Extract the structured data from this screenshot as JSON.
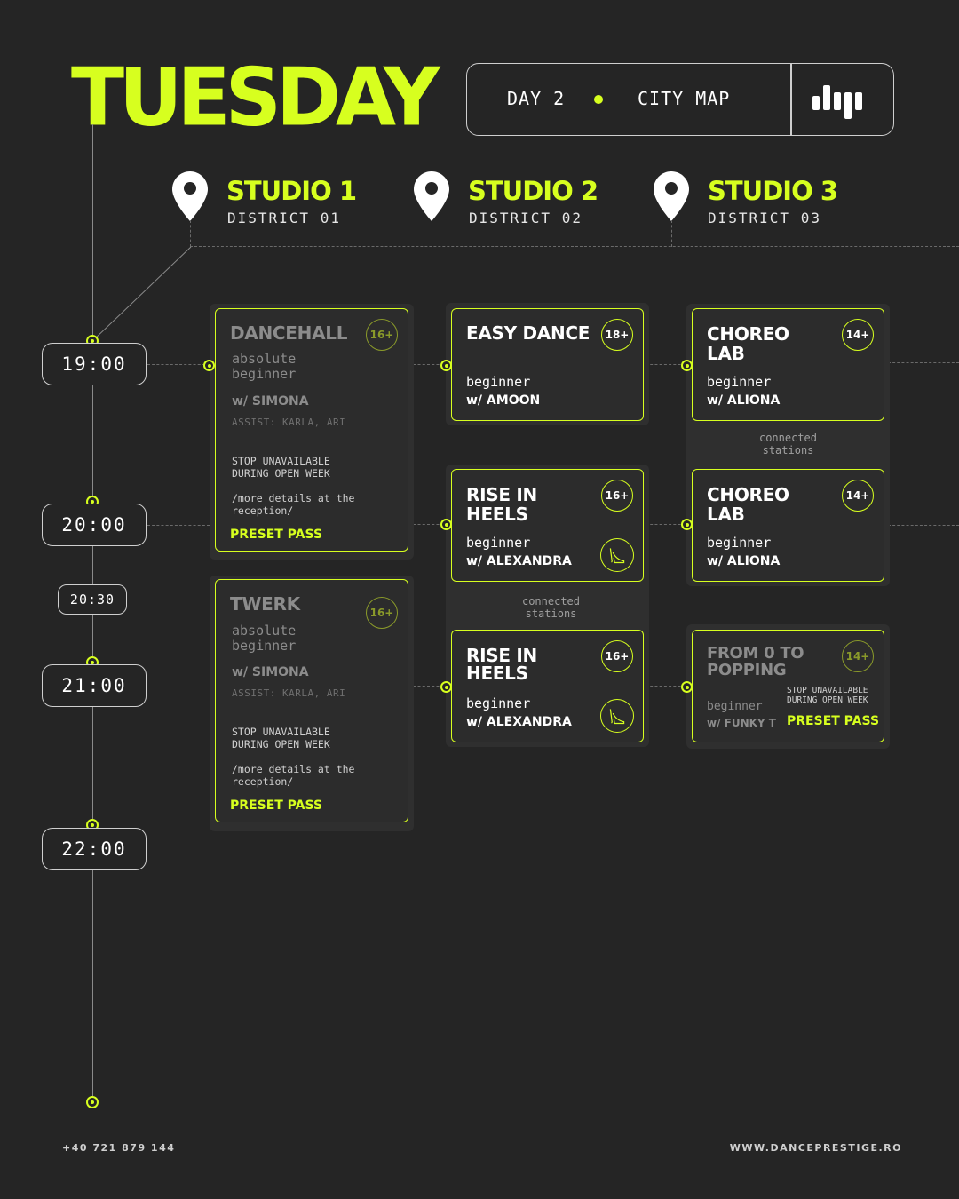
{
  "title": "TUESDAY",
  "header": {
    "day": "DAY 2",
    "map": "CITY MAP",
    "logo_icon": "brand-bars-icon"
  },
  "studios": [
    {
      "name": "STUDIO 1",
      "district": "DISTRICT 01"
    },
    {
      "name": "STUDIO 2",
      "district": "DISTRICT 02"
    },
    {
      "name": "STUDIO 3",
      "district": "DISTRICT 03"
    }
  ],
  "times": [
    "19:00",
    "20:00",
    "20:30",
    "21:00",
    "22:00"
  ],
  "classes": {
    "dancehall": {
      "name": "DANCEHALL",
      "age": "16+",
      "level1": "absolute",
      "level2": "beginner",
      "instructor": "w/ SIMONA",
      "assist": "ASSIST: KARLA, ARI",
      "note1": "STOP UNAVAILABLE",
      "note2": "DURING OPEN WEEK",
      "note3": "/more details at the",
      "note4": "reception/",
      "pass": "PRESET PASS"
    },
    "twerk": {
      "name": "TWERK",
      "age": "16+",
      "level1": "absolute",
      "level2": "beginner",
      "instructor": "w/ SIMONA",
      "assist": "ASSIST: KARLA, ARI",
      "note1": "STOP UNAVAILABLE",
      "note2": "DURING OPEN WEEK",
      "note3": "/more details at the",
      "note4": "reception/",
      "pass": "PRESET PASS"
    },
    "easy_dance": {
      "name": "EASY DANCE",
      "age": "18+",
      "level": "beginner",
      "instructor": "w/ AMOON"
    },
    "rise_heels_1": {
      "name1": "RISE IN",
      "name2": "HEELS",
      "age": "16+",
      "level": "beginner",
      "instructor": "w/ ALEXANDRA"
    },
    "rise_heels_2": {
      "name1": "RISE IN",
      "name2": "HEELS",
      "age": "16+",
      "level": "beginner",
      "instructor": "w/ ALEXANDRA"
    },
    "choreo_lab_1": {
      "name1": "CHOREO",
      "name2": "LAB",
      "age": "14+",
      "level": "beginner",
      "instructor": "w/ ALIONA"
    },
    "choreo_lab_2": {
      "name1": "CHOREO",
      "name2": "LAB",
      "age": "14+",
      "level": "beginner",
      "instructor": "w/ ALIONA"
    },
    "popping": {
      "name1": "FROM 0 TO",
      "name2": "POPPING",
      "age": "14+",
      "level": "beginner",
      "instructor": "w/ FUNKY T",
      "note1": "STOP UNAVAILABLE",
      "note2": "DURING OPEN WEEK",
      "pass": "PRESET PASS"
    }
  },
  "connected": {
    "line1": "connected",
    "line2": "stations"
  },
  "footer": {
    "phone": "+40 721 879 144",
    "website": "WWW.DANCEPRESTIGE.RO"
  },
  "colors": {
    "accent": "#d7ff1f",
    "background": "#252525",
    "card": "#2c2c2c"
  }
}
